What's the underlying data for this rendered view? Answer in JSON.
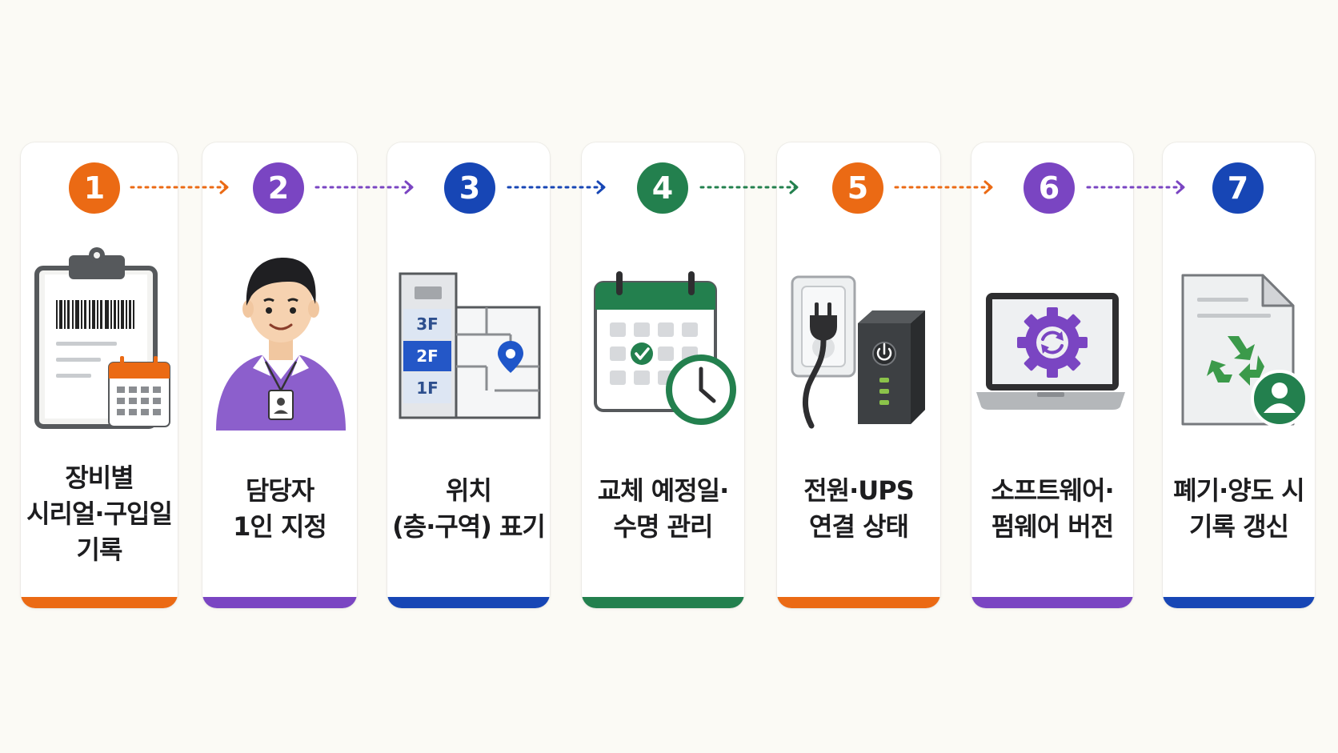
{
  "steps": [
    {
      "number": "1",
      "color": "#eb6a14",
      "icon": "clipboard-barcode-calendar-icon",
      "lines": [
        "장비별",
        "시리얼·구입일",
        "기록"
      ]
    },
    {
      "number": "2",
      "color": "#7a45c2",
      "icon": "person-badge-icon",
      "lines": [
        "담당자",
        "1인 지정"
      ]
    },
    {
      "number": "3",
      "color": "#1746b5",
      "icon": "floor-map-pin-icon",
      "lines": [
        "위치",
        "(층·구역) 표기"
      ],
      "floors": [
        "3F",
        "2F",
        "1F"
      ]
    },
    {
      "number": "4",
      "color": "#23804e",
      "icon": "calendar-clock-icon",
      "lines": [
        "교체 예정일·",
        "수명 관리"
      ]
    },
    {
      "number": "5",
      "color": "#eb6a14",
      "icon": "plug-ups-icon",
      "lines": [
        "전원·UPS",
        "연결 상태"
      ]
    },
    {
      "number": "6",
      "color": "#7a45c2",
      "icon": "laptop-gear-sync-icon",
      "lines": [
        "소프트웨어·",
        "펌웨어 버전"
      ]
    },
    {
      "number": "7",
      "color": "#1746b5",
      "icon": "document-recycle-user-icon",
      "lines": [
        "폐기·양도 시",
        "기록 갱신"
      ]
    }
  ]
}
